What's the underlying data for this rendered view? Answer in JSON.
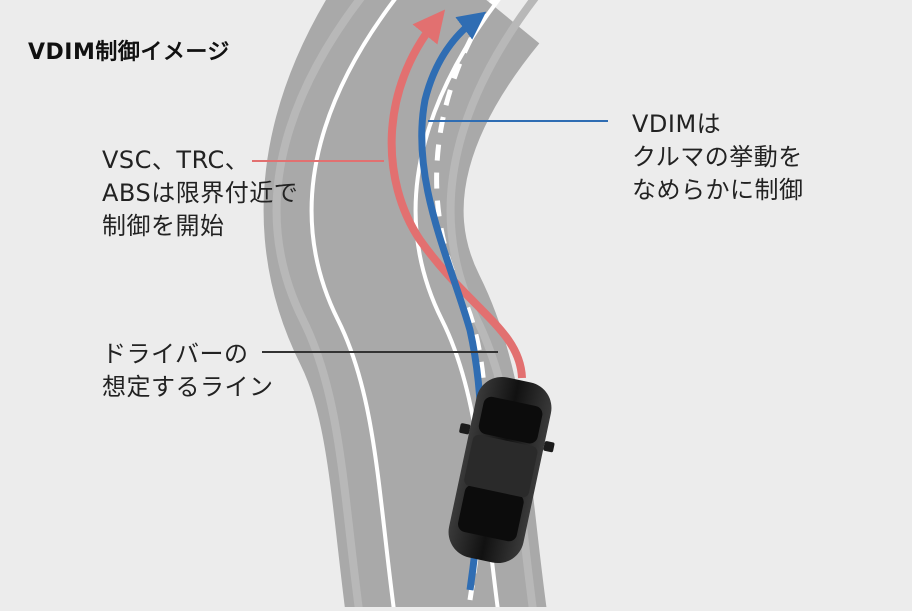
{
  "title": "VDIM制御イメージ",
  "labels": {
    "vdim": [
      "VDIMは",
      "クルマの挙動を",
      "なめらかに制御"
    ],
    "vsc": [
      "VSC、TRC、",
      "ABSは限界付近で",
      "制御を開始"
    ],
    "driver": [
      "ドライバーの",
      "想定するライン"
    ]
  },
  "colors": {
    "background": "#ececec",
    "road": "#a9a9a9",
    "road_edge_line": "#ffffff",
    "vdim_line": "#2f6db3",
    "vsc_line": "#e27070",
    "driver_line": "#ffffff",
    "car": "#1b1b1b"
  },
  "icons": [
    "car-icon",
    "arrow-up-icon"
  ]
}
